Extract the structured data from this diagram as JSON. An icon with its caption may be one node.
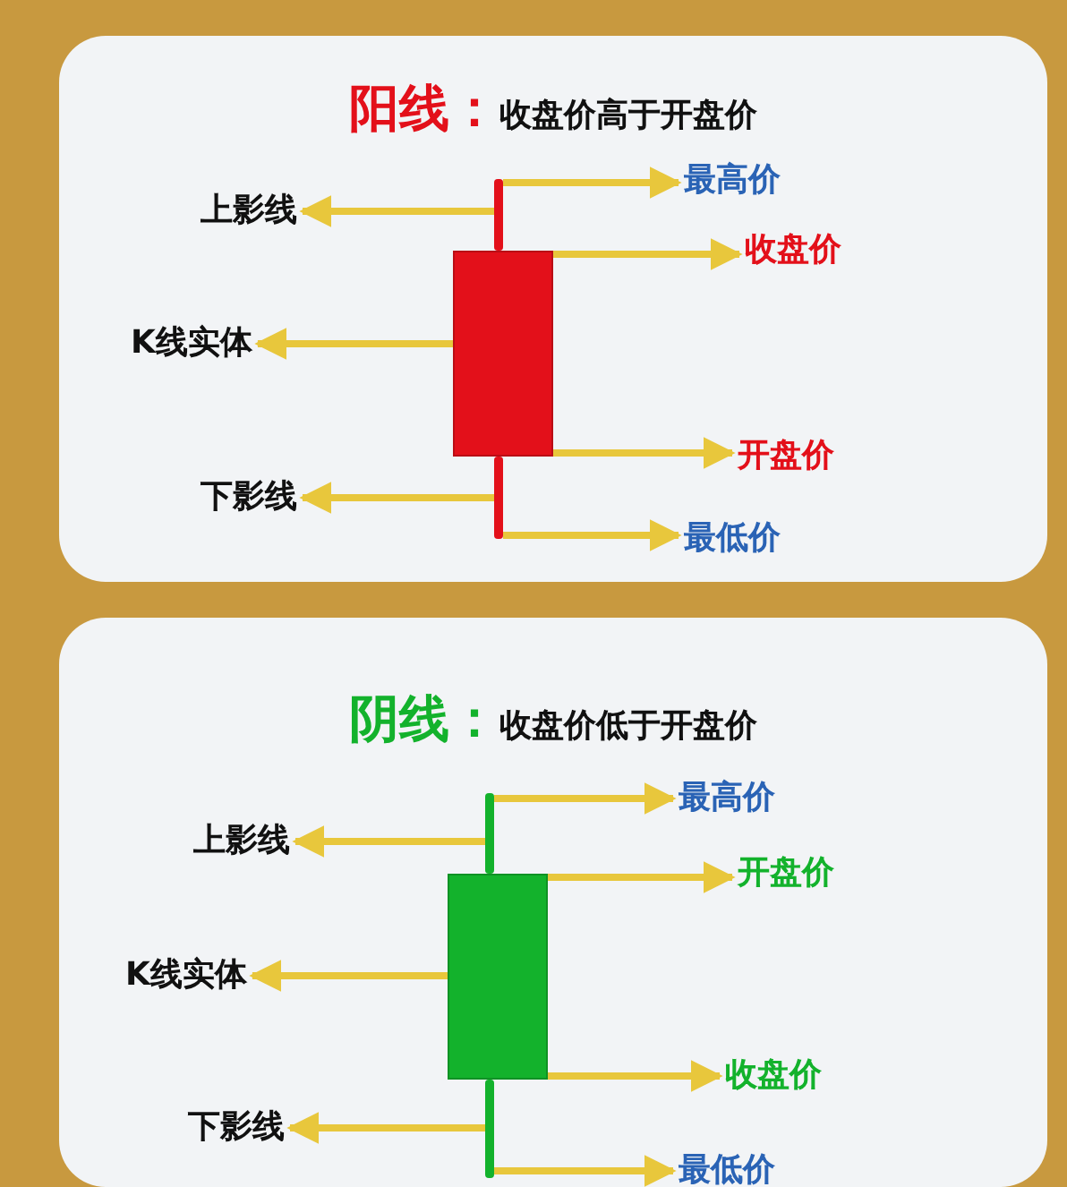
{
  "diagram": {
    "nodes": [
      {
        "text": [
          "阳线：",
          "收盘价高于开盘价"
        ]
      },
      {
        "text": [],
        "shape": "bar",
        "in": 0
      },
      {
        "text": [],
        "shape": "box",
        "in": 0
      },
      {
        "text": [],
        "shape": "bar",
        "in": 0
      },
      {
        "text": [
          "上影线"
        ],
        "in": 0
      },
      {
        "text": [
          "K线实体"
        ],
        "in": 0
      },
      {
        "text": [
          "下影线"
        ],
        "in": 0
      },
      {
        "text": [
          "最高价"
        ],
        "in": 0
      },
      {
        "text": [
          "收盘价"
        ],
        "in": 0
      },
      {
        "text": [
          "开盘价"
        ],
        "in": 0
      },
      {
        "text": [
          "最低价"
        ],
        "in": 0
      },
      {
        "text": [
          "阴线：",
          "收盘价低于开盘价"
        ]
      },
      {
        "text": [],
        "shape": "bar",
        "in": 11
      },
      {
        "text": [],
        "shape": "box",
        "in": 11
      },
      {
        "text": [],
        "shape": "bar",
        "in": 11
      },
      {
        "text": [
          "上影线"
        ],
        "in": 11
      },
      {
        "text": [
          "K线实体"
        ],
        "in": 11
      },
      {
        "text": [
          "下影线"
        ],
        "in": 11
      },
      {
        "text": [
          "最高价"
        ],
        "in": 11
      },
      {
        "text": [
          "开盘价"
        ],
        "in": 11
      },
      {
        "text": [
          "收盘价"
        ],
        "in": 11
      },
      {
        "text": [
          "最低价"
        ],
        "in": 11
      }
    ],
    "edges": [
      {
        "from": 1,
        "to": 4,
        "arrow": "to"
      },
      {
        "from": 2,
        "to": 5,
        "arrow": "to"
      },
      {
        "from": 3,
        "to": 6,
        "arrow": "to"
      },
      {
        "from": 1,
        "to": 7,
        "arrow": "to"
      },
      {
        "from": 2,
        "to": 8,
        "arrow": "to"
      },
      {
        "from": 2,
        "to": 9,
        "arrow": "to"
      },
      {
        "from": 3,
        "to": 10,
        "arrow": "to"
      },
      {
        "from": 12,
        "to": 15,
        "arrow": "to"
      },
      {
        "from": 13,
        "to": 16,
        "arrow": "to"
      },
      {
        "from": 14,
        "to": 17,
        "arrow": "to"
      },
      {
        "from": 12,
        "to": 18,
        "arrow": "to"
      },
      {
        "from": 13,
        "to": 19,
        "arrow": "to"
      },
      {
        "from": 13,
        "to": 20,
        "arrow": "to"
      },
      {
        "from": 14,
        "to": 21,
        "arrow": "to"
      }
    ]
  }
}
